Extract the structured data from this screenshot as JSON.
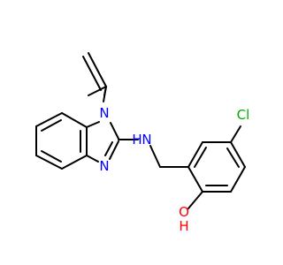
{
  "molecule": {
    "atoms": {
      "n1": {
        "symbol": "N",
        "color": "#0000ff"
      },
      "n3": {
        "symbol": "N",
        "color": "#0000ff"
      },
      "nh": {
        "symbol": "N",
        "hydrogen": "H",
        "color": "#0000ff"
      },
      "cl": {
        "symbol": "Cl",
        "color": "#00aa00"
      },
      "oh": {
        "symbol": "O",
        "hydrogen": "H",
        "color": "#ff0000"
      }
    },
    "bond_color": "#000000"
  }
}
